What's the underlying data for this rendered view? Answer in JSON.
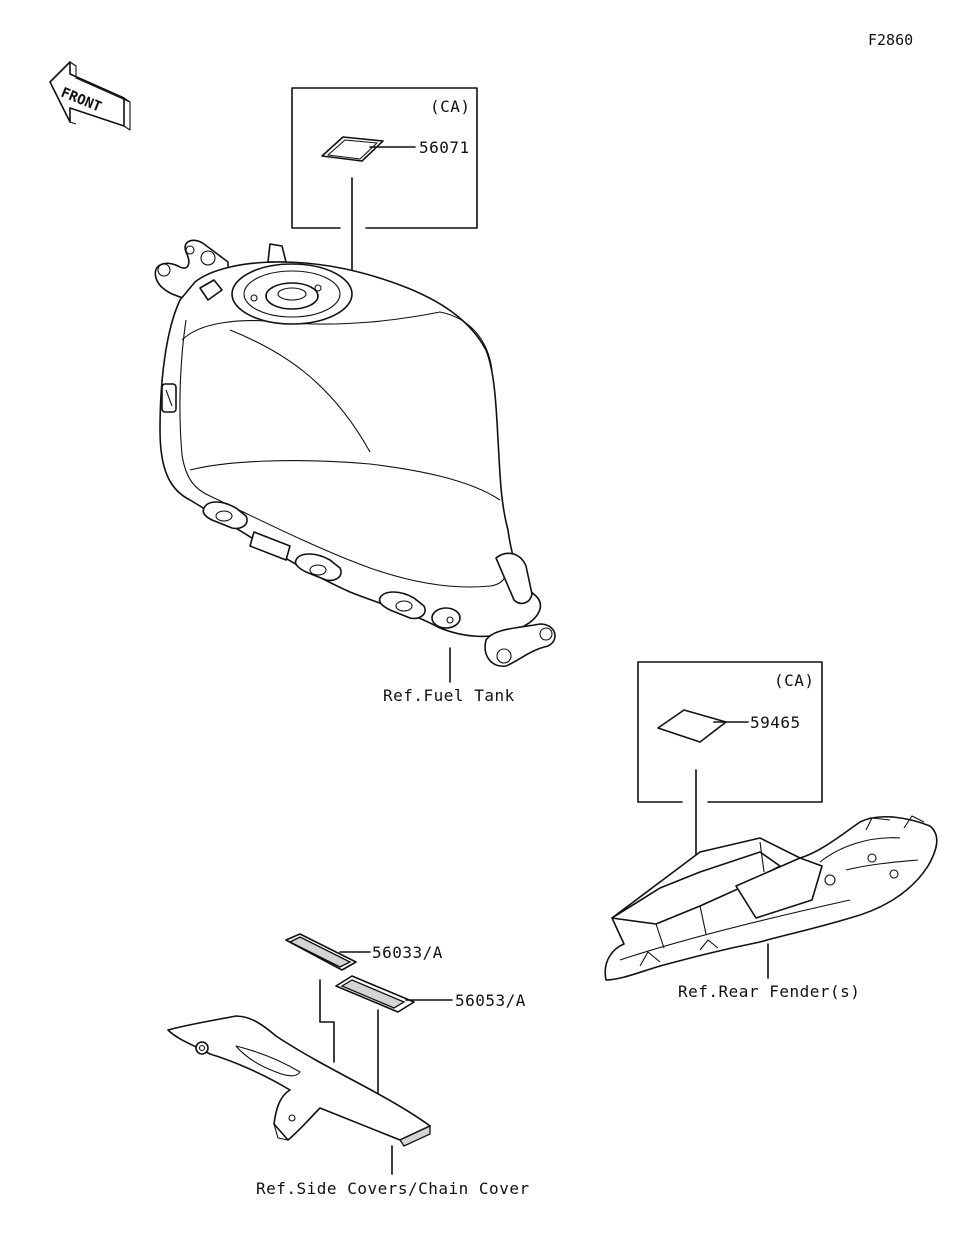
{
  "figure_id": "F2860",
  "front_label": "FRONT",
  "callouts": {
    "ca_top": "(CA)",
    "ca_right": "(CA)",
    "part_56071": "56071",
    "part_59465": "59465",
    "part_56033a": "56033/A",
    "part_56053a": "56053/A"
  },
  "references": {
    "fuel_tank": "Ref.Fuel Tank",
    "rear_fender": "Ref.Rear Fender(s)",
    "side_covers": "Ref.Side Covers/Chain Cover"
  },
  "colors": {
    "line": "#111111",
    "background": "#ffffff",
    "shade": "#d4d4d4"
  }
}
